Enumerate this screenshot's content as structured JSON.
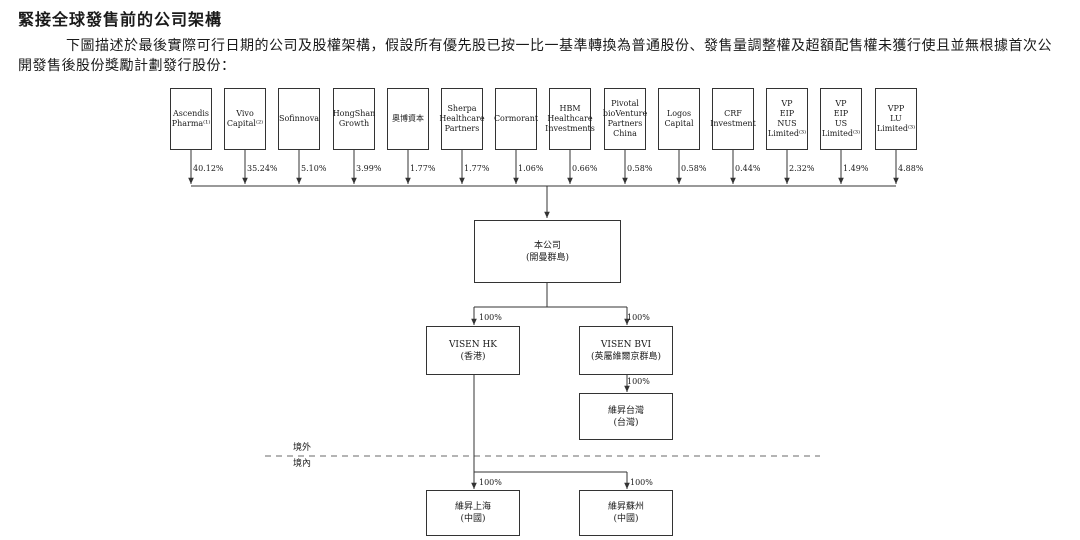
{
  "heading": "緊接全球發售前的公司架構",
  "description": "下圖描述於最後實際可行日期的公司及股權架構，假設所有優先股已按一比一基準轉換為普通股份、發售量調整權及超額配售權未獲行使且並無根據首次公開發售後股份獎勵計劃發行股份：",
  "shareholders": [
    {
      "name": "Ascendis\nPharma⁽¹⁾",
      "pct": "40.12%"
    },
    {
      "name": "Vivo\nCapital⁽²⁾",
      "pct": "35.24%"
    },
    {
      "name": "Sofinnova",
      "pct": "5.10%"
    },
    {
      "name": "HongShan\nGrowth",
      "pct": "3.99%"
    },
    {
      "name": "奧博資本",
      "pct": "1.77%"
    },
    {
      "name": "Sherpa\nHealthcare\nPartners",
      "pct": "1.77%"
    },
    {
      "name": "Cormorant",
      "pct": "1.06%"
    },
    {
      "name": "HBM\nHealthcare\nInvestments",
      "pct": "0.66%"
    },
    {
      "name": "Pivotal\nbioVenture\nPartners\nChina",
      "pct": "0.58%"
    },
    {
      "name": "Logos\nCapital",
      "pct": "0.58%"
    },
    {
      "name": "CRF\nInvestment",
      "pct": "0.44%"
    },
    {
      "name": "VP\nEIP\nNUS\nLimited⁽³⁾",
      "pct": "2.32%"
    },
    {
      "name": "VP\nEIP\nUS\nLimited⁽³⁾",
      "pct": "1.49%"
    },
    {
      "name": "VPP\nLU\nLimited⁽³⁾",
      "pct": "4.88%"
    }
  ],
  "company": {
    "name": "本公司\n(開曼群島)"
  },
  "subsidiaries": {
    "visen_hk": {
      "name": "VISEN HK\n(香港)",
      "pct": "100%"
    },
    "visen_bvi": {
      "name": "VISEN BVI\n(英屬維爾京群島)",
      "pct": "100%"
    },
    "visen_taiwan": {
      "name": "維昇台灣\n(台灣)",
      "pct": "100%"
    },
    "visen_shanghai": {
      "name": "維昇上海\n(中國)",
      "pct": "100%"
    },
    "visen_suzhou": {
      "name": "維昇蘇州\n(中國)",
      "pct": "100%"
    }
  },
  "zones": {
    "offshore": "境外",
    "onshore": "境內"
  },
  "colors": {
    "line": "#333333",
    "divider": "#888888"
  }
}
